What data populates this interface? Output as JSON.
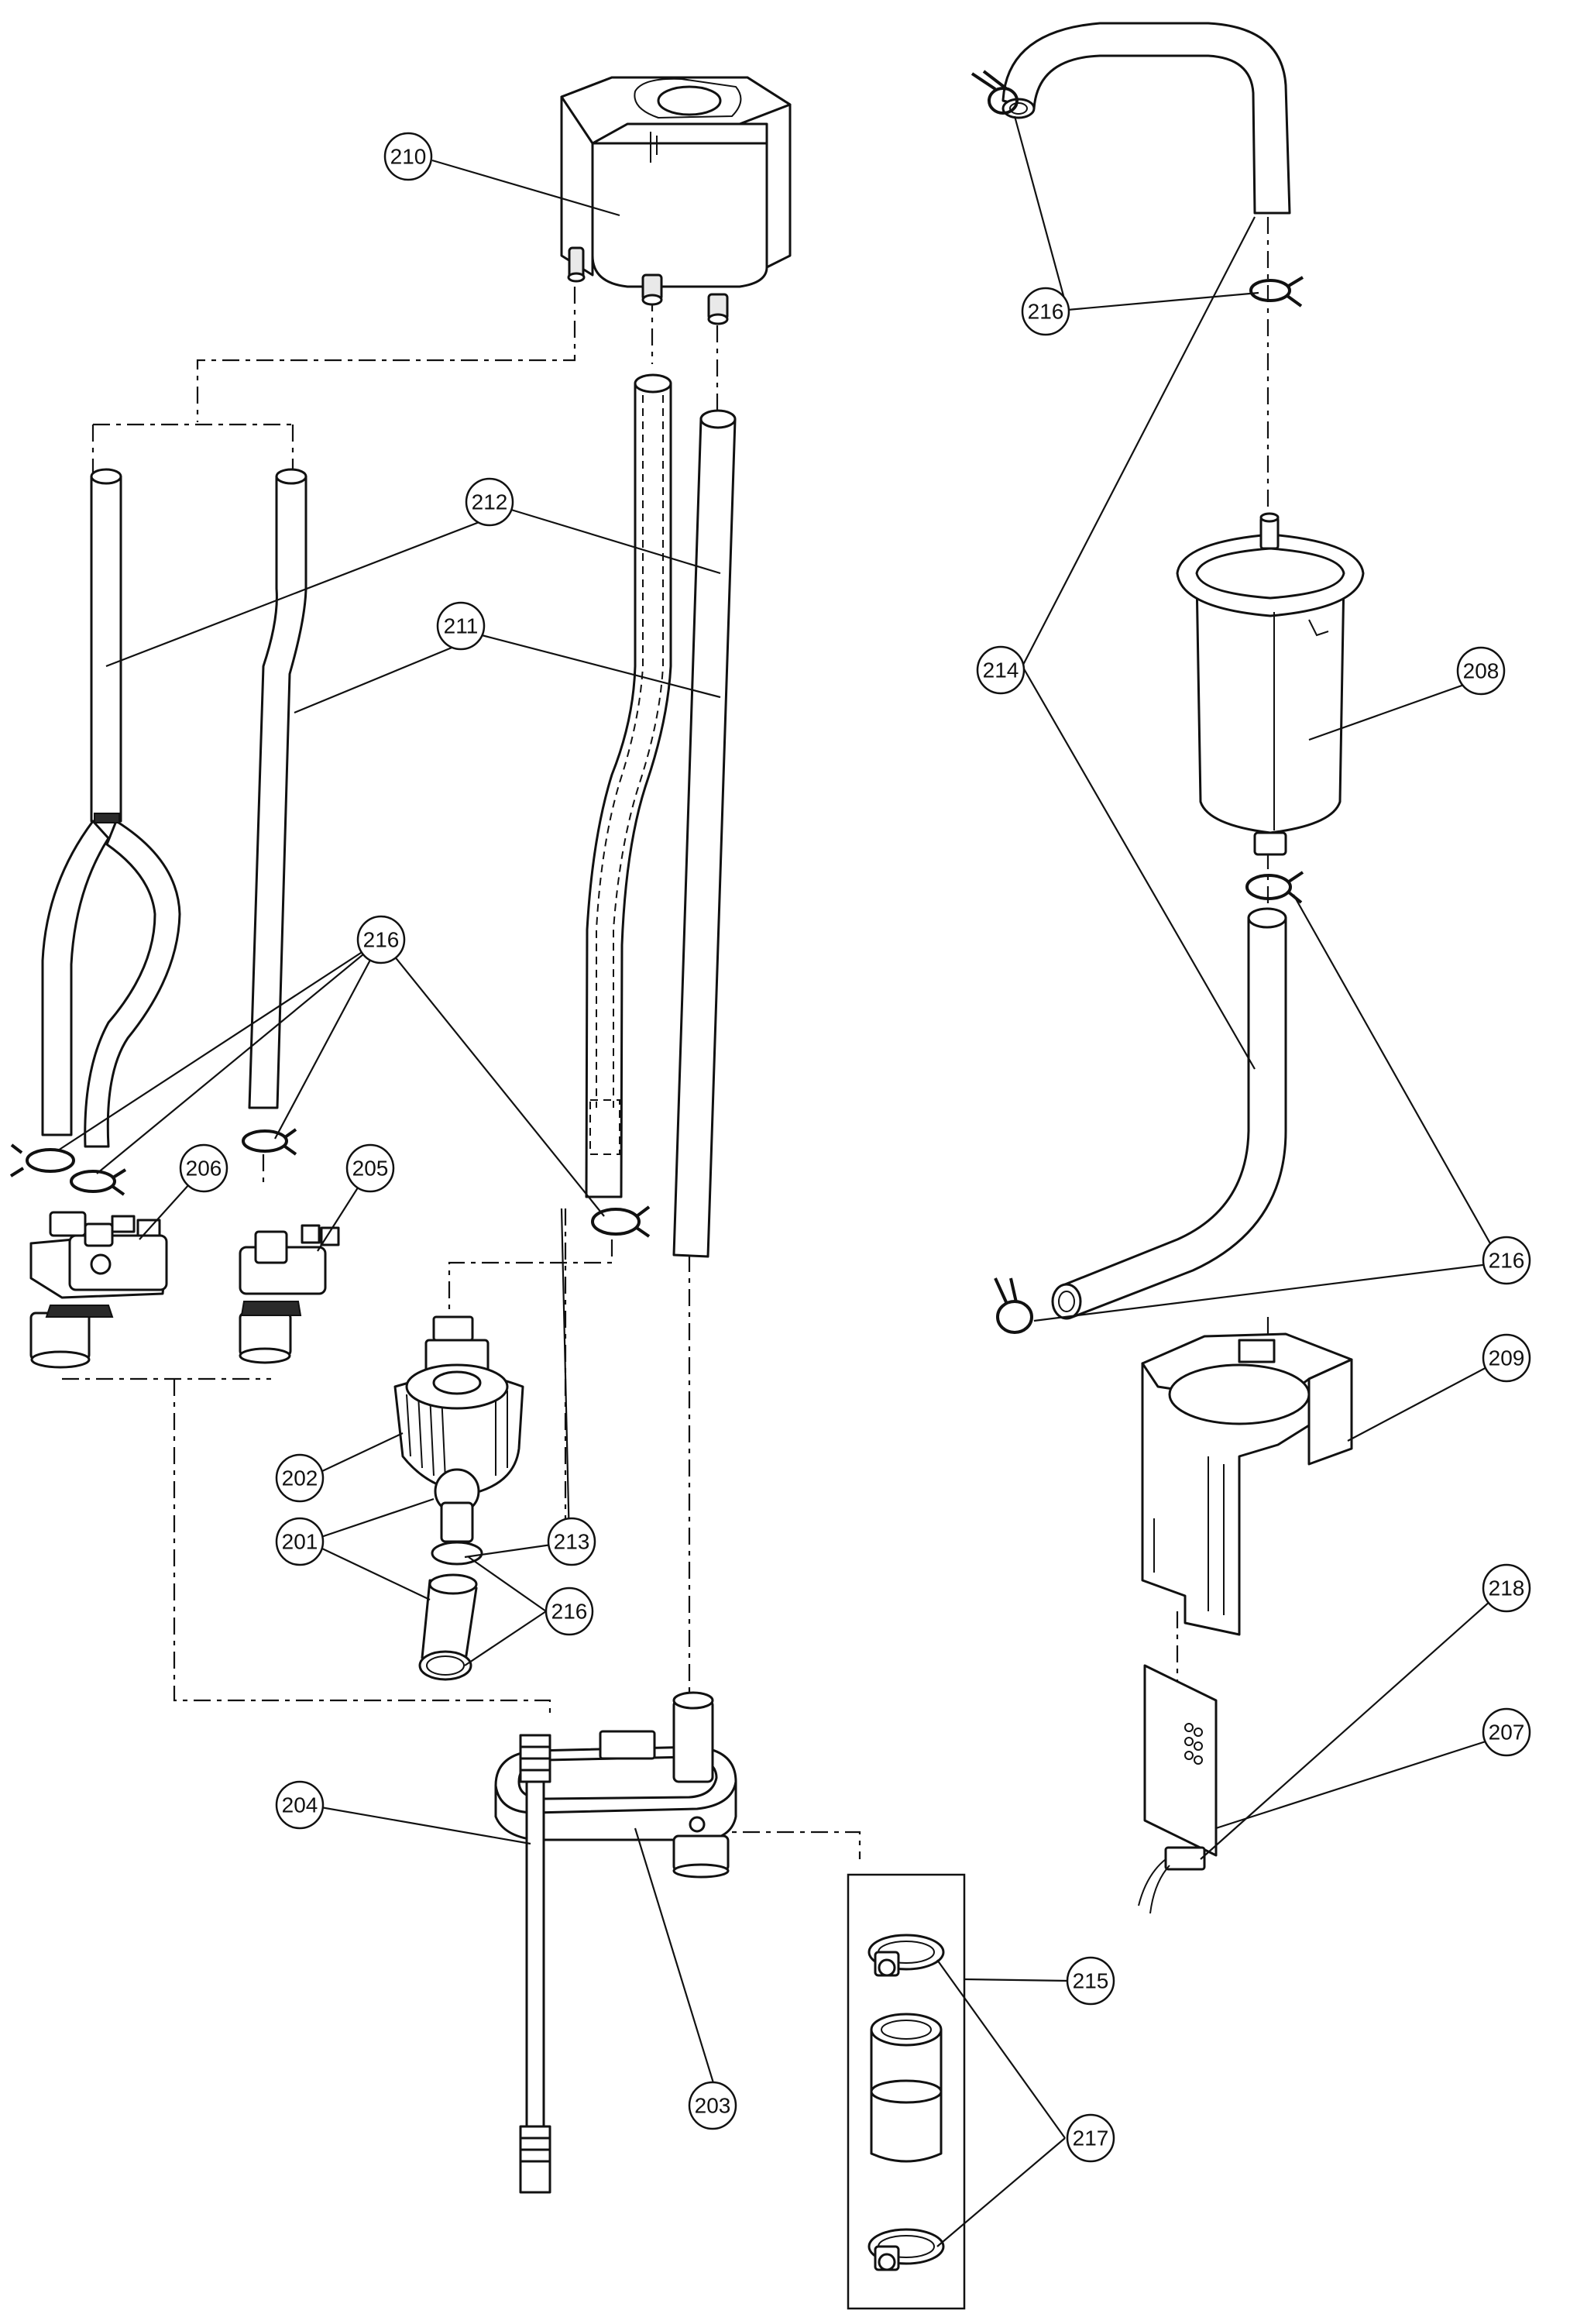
{
  "callouts": {
    "c201": "201",
    "c202": "202",
    "c203": "203",
    "c204": "204",
    "c205": "205",
    "c206": "206",
    "c207": "207",
    "c208": "208",
    "c209": "209",
    "c210": "210",
    "c211": "211",
    "c212": "212",
    "c213": "213",
    "c214": "214",
    "c215": "215",
    "c216": "216",
    "c217": "217",
    "c218": "218"
  }
}
